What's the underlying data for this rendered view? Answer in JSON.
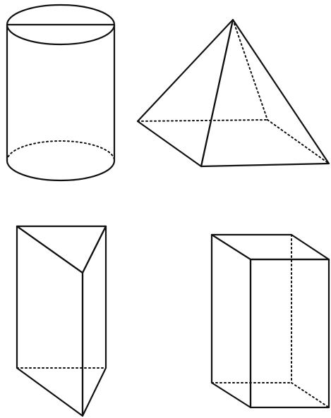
{
  "colors": {
    "top_face": "#FF9900",
    "front_face": "#5B9BFF",
    "side_face": "#6B6BFF",
    "edge": "#111111",
    "background": "#FFFFFF"
  },
  "shapes": [
    {
      "name": "cylinder"
    },
    {
      "name": "square-pyramid"
    },
    {
      "name": "triangular-prism"
    },
    {
      "name": "rectangular-prism"
    }
  ]
}
